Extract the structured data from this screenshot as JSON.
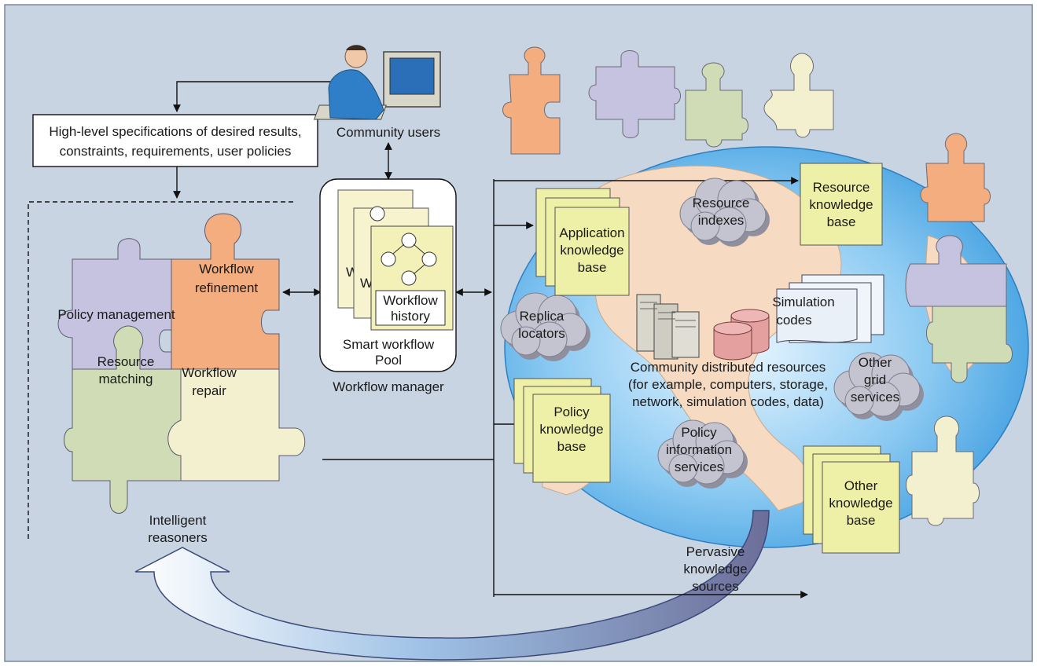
{
  "colors": {
    "background": "#c9d4e2",
    "puzzle_lavender": "#c6c3e0",
    "puzzle_orange": "#f3ad7e",
    "puzzle_green": "#cfdcb5",
    "puzzle_cream": "#f3f0cf",
    "scroll_yellow": "#eef0a8",
    "globe_blue": "#5ab0e6",
    "land_peach": "#f6dac2",
    "cloud_gray": "#b5b5c2",
    "db_pink": "#e3a09e"
  },
  "spec_box": {
    "line1": "High-level specifications of desired results,",
    "line2": "constraints, requirements, user policies"
  },
  "community_users": "Community users",
  "puzzle": {
    "policy_management": "Policy management",
    "workflow_refinement_1": "Workflow",
    "workflow_refinement_2": "refinement",
    "resource_matching_1": "Resource",
    "resource_matching_2": "matching",
    "workflow_repair_1": "Workflow",
    "workflow_repair_2": "repair"
  },
  "intelligent_reasoners_1": "Intelligent",
  "intelligent_reasoners_2": "reasoners",
  "pool": {
    "doc_label_1": "Workflow",
    "doc_label_2": "history",
    "back_letter_1": "W",
    "back_letter_2": "W",
    "title_1": "Smart workflow",
    "title_2": "Pool"
  },
  "workflow_manager": "Workflow manager",
  "knowledge": {
    "application": [
      "Application",
      "knowledge",
      "base"
    ],
    "resource": [
      "Resource",
      "knowledge",
      "base"
    ],
    "policy": [
      "Policy",
      "knowledge",
      "base"
    ],
    "other": [
      "Other",
      "knowledge",
      "base"
    ]
  },
  "clouds": {
    "resource_indexes": [
      "Resource",
      "indexes"
    ],
    "replica_locators": [
      "Replica",
      "locators"
    ],
    "other_grid_services": [
      "Other",
      "grid",
      "services"
    ],
    "policy_information_services": [
      "Policy",
      "information",
      "services"
    ]
  },
  "simulation_codes": [
    "Simulation",
    "codes"
  ],
  "community_resources": {
    "line1": "Community distributed resources",
    "line2": "(for example, computers, storage,",
    "line3": "network, simulation codes, data)"
  },
  "pervasive_sources": [
    "Pervasive",
    "knowledge",
    "sources"
  ]
}
